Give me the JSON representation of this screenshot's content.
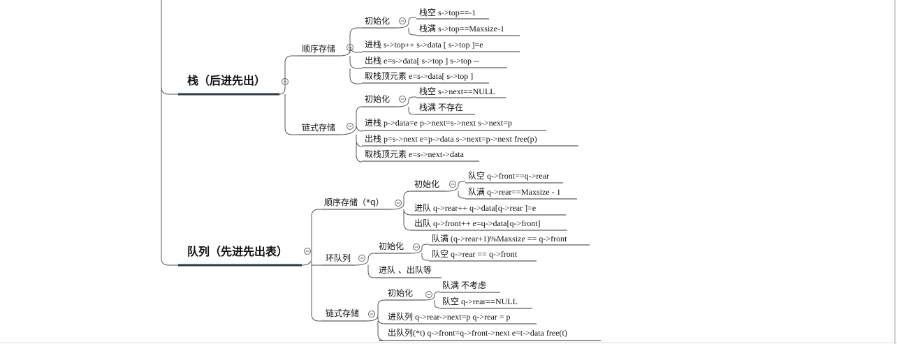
{
  "stack": {
    "title": "栈（后进先出）",
    "seq": {
      "label": "顺序存储",
      "init": "初始化",
      "empty": "栈空  s->top==-1",
      "full": "栈满  s->top==Maxsize-1",
      "push": "进栈   s->top++  s->data [ s->top ]=e",
      "pop": "出栈  e=s->data[ s->top ]  s->top --",
      "peek": "取栈顶元素  e=s->data[ s->top ]"
    },
    "link": {
      "label": "链式存储",
      "init": "初始化",
      "empty": "栈空   s->next==NULL",
      "full": "栈满   不存在",
      "push": "进栈  p->data=e  p->next=s->next  s->next=p",
      "pop": "出栈   p=s->next  e=p->data  s->next=p->next  free(p)",
      "peek": "取栈顶元素  e=s->next->data"
    }
  },
  "queue": {
    "title": "队列（先进先出表）",
    "seq": {
      "label": "顺序存储（*q）",
      "init": "初始化",
      "empty": "队空  q->front==q->rear",
      "full": "队满  q->rear==Maxsize - 1",
      "enq": "进队   q->rear++  q->data[q->rear ]=e",
      "deq": "出队   q->front++  e=q->data[q->front]"
    },
    "circ": {
      "label": "环队列",
      "init": "初始化",
      "full": "队满   (q->rear+1)%Maxsize == q->front",
      "empty": "队空  q->rear == q->front",
      "ops": "进队 、出队等"
    },
    "link": {
      "label": "链式存储",
      "init": "初始化",
      "full": "队满  不考虑",
      "empty": "队空   q->rear==NULL",
      "enq": "进队列   q->rear->next=p  q->rear = p",
      "deq": "出队列(*t)  q->front=q->front->next  e=t->data free(t)"
    }
  },
  "colors": {
    "line": "#555555",
    "main_underline": "#2e3a44",
    "text": "#111111"
  }
}
